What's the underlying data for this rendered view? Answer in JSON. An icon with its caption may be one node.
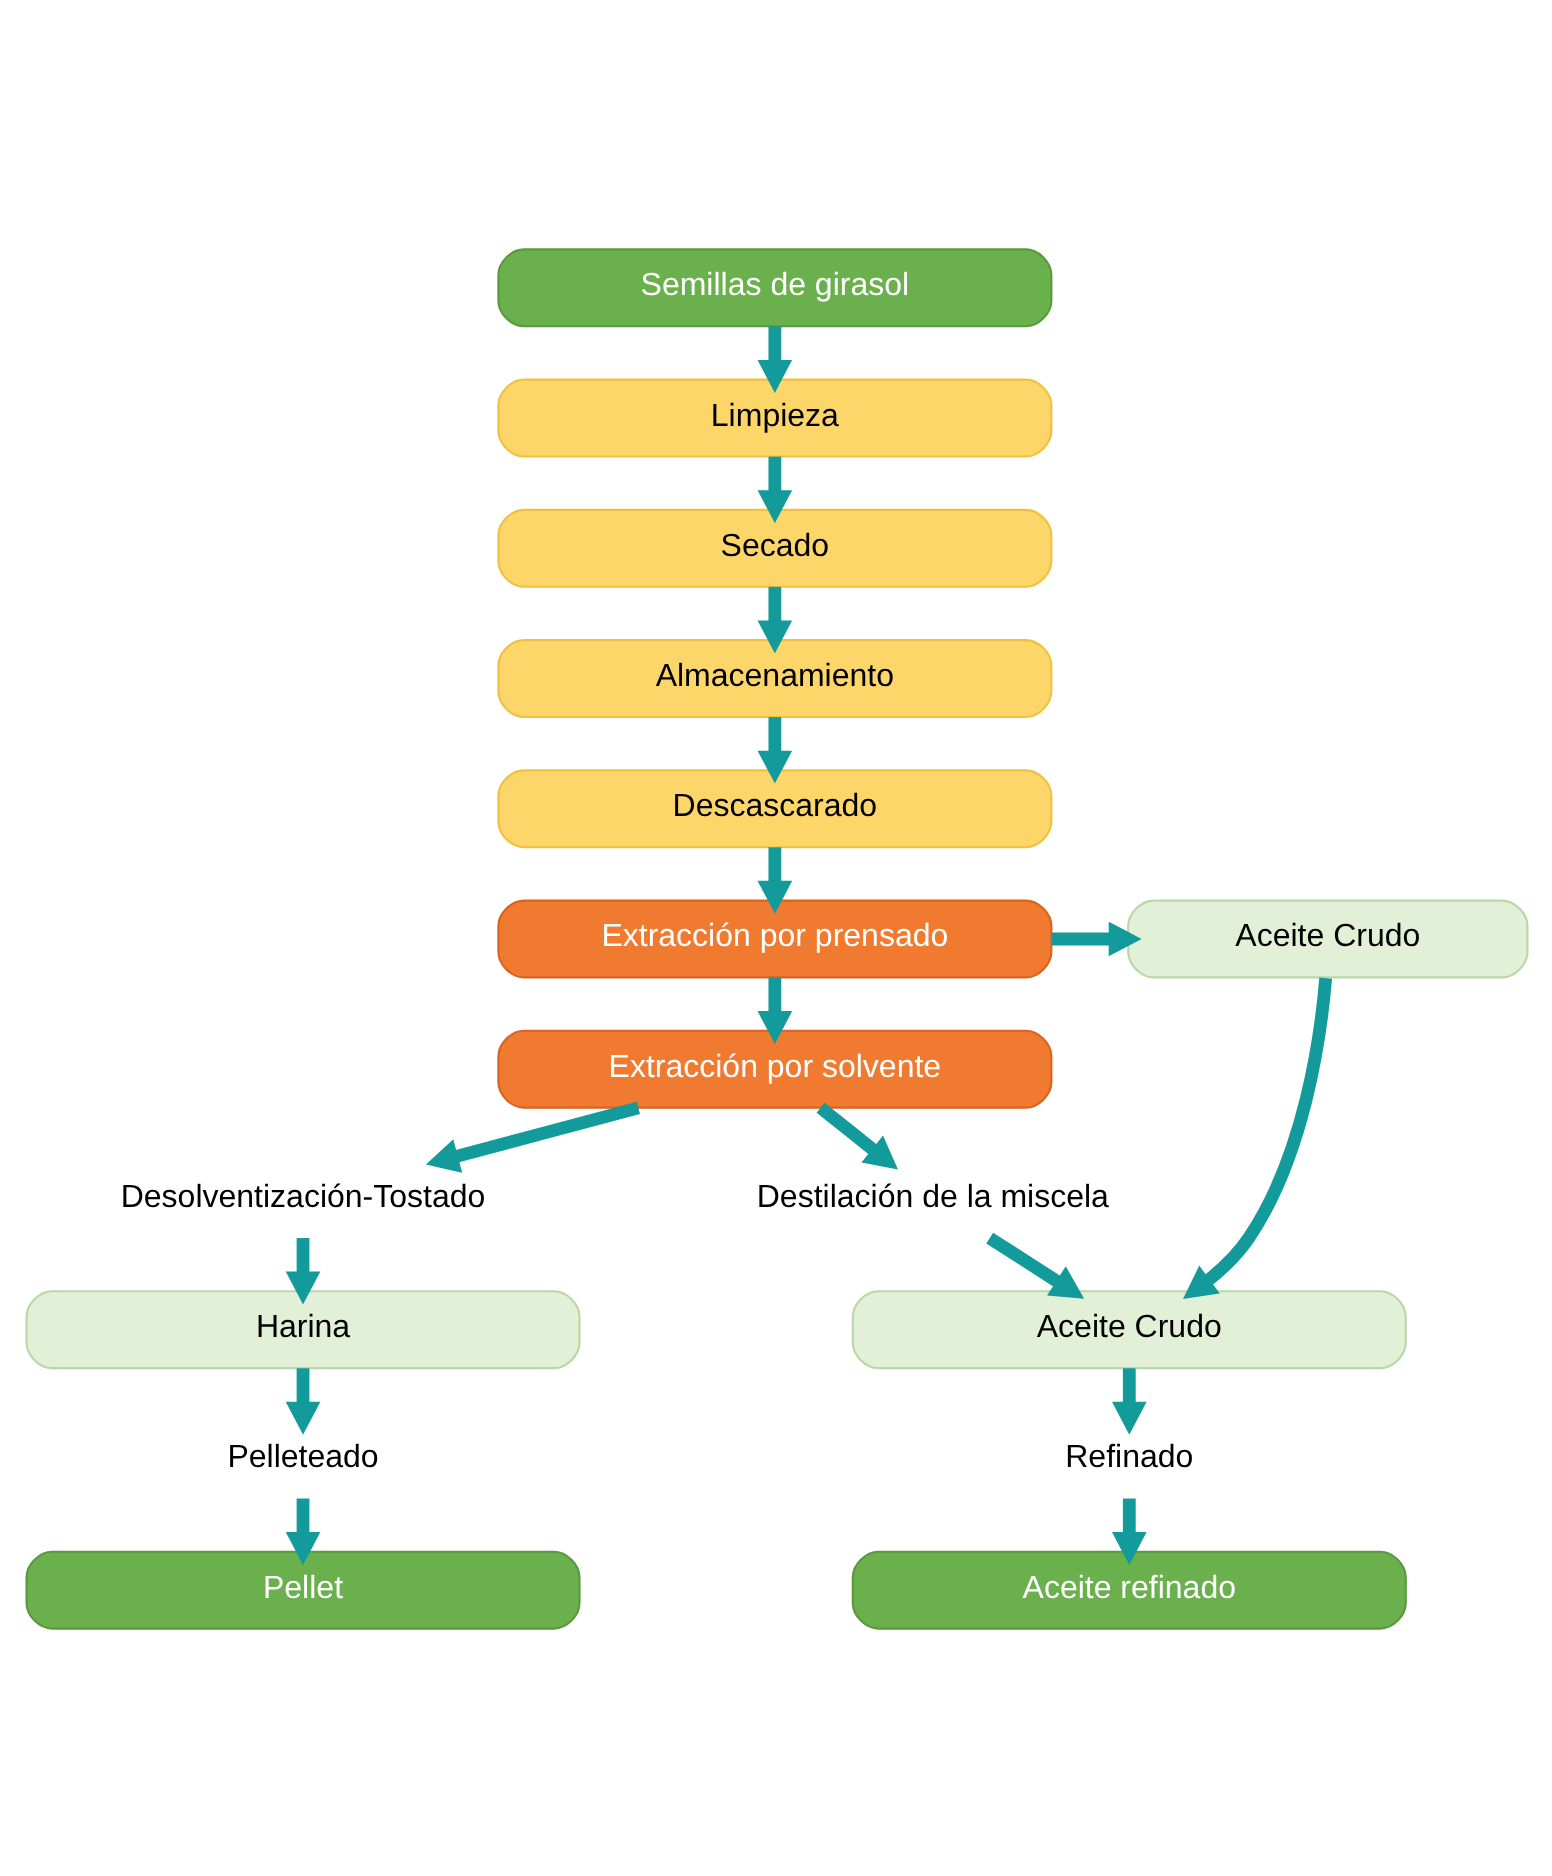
{
  "diagram": {
    "nodes": [
      {
        "text": [
          "Semillas de girasol"
        ]
      },
      {
        "text": [
          "Limpieza"
        ]
      },
      {
        "text": [
          "Secado"
        ]
      },
      {
        "text": [
          "Almacenamiento"
        ]
      },
      {
        "text": [
          "Descascarado"
        ]
      },
      {
        "text": [
          "Extracción por prensado"
        ]
      },
      {
        "text": [
          "Aceite Crudo"
        ]
      },
      {
        "text": [
          "Extracción por solvente"
        ]
      },
      {
        "text": [
          "Destilación de la miscela"
        ]
      },
      {
        "text": [
          "Desolventización-Tostado"
        ]
      },
      {
        "text": [
          "Aceite Crudo"
        ]
      },
      {
        "text": [
          "Harina"
        ]
      },
      {
        "text": [
          "Refinado"
        ]
      },
      {
        "text": [
          "Pelleteado"
        ]
      },
      {
        "text": [
          "Aceite refinado"
        ]
      },
      {
        "text": [
          "Pellet"
        ]
      }
    ],
    "edges": [
      {
        "from": 0,
        "to": 1,
        "arrow": "to"
      },
      {
        "from": 1,
        "to": 2,
        "arrow": "to"
      },
      {
        "from": 2,
        "to": 3,
        "arrow": "to"
      },
      {
        "from": 3,
        "to": 4,
        "arrow": "to"
      },
      {
        "from": 4,
        "to": 5,
        "arrow": "to"
      },
      {
        "from": 5,
        "to": 6,
        "arrow": "to"
      },
      {
        "from": 5,
        "to": 7,
        "arrow": "to"
      },
      {
        "from": 7,
        "to": 8,
        "arrow": "to"
      },
      {
        "from": 7,
        "to": 9,
        "arrow": "to"
      },
      {
        "from": 6,
        "to": 10,
        "arrow": "to"
      },
      {
        "from": 8,
        "to": 10,
        "arrow": "to"
      },
      {
        "from": 9,
        "to": 11,
        "arrow": "to"
      },
      {
        "from": 10,
        "to": 12,
        "arrow": "to"
      },
      {
        "from": 11,
        "to": 13,
        "arrow": "to"
      },
      {
        "from": 12,
        "to": 14,
        "arrow": "to"
      },
      {
        "from": 13,
        "to": 15,
        "arrow": "to"
      }
    ]
  }
}
